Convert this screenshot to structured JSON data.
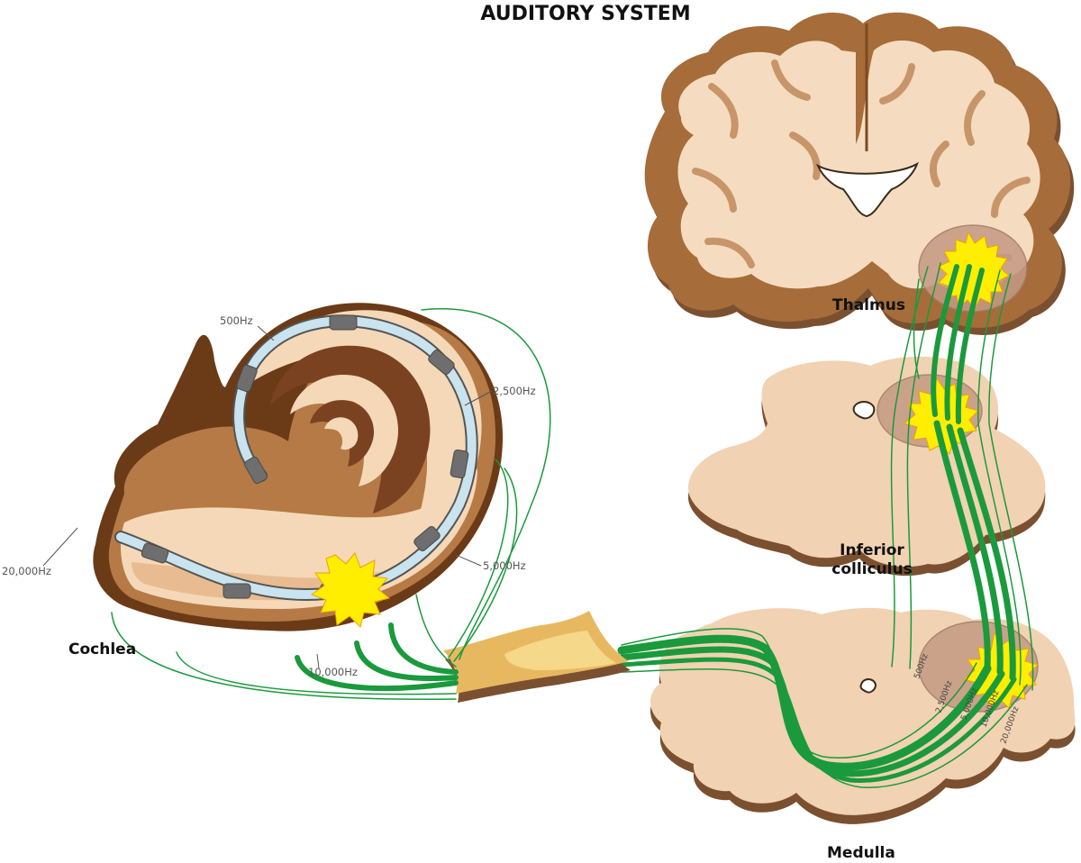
{
  "title": "AUDITORY SYSTEM",
  "structures": {
    "cochlea": "Cochlea",
    "thalamus": "Thalmus",
    "inferior_colliculus": "Inferior colliculus",
    "medulla": "Medulla"
  },
  "cochlea_frequencies": {
    "f500": "500Hz",
    "f2500": "2,500Hz",
    "f5000": "5,000Hz",
    "f10000": "10,000Hz",
    "f20000": "20,000Hz"
  },
  "medulla_frequencies": [
    "500Hz",
    "2,500Hz",
    "5,000Hz",
    "10,000Hz",
    "20,000Hz"
  ],
  "colors": {
    "nerve": "#1a9a3c",
    "tissue_light": "#f3d9bf",
    "tissue_dark": "#8a5a30",
    "cochlea_dark": "#6b3a17",
    "cochlea_mid": "#b57a45",
    "cochlea_light": "#f4d8b8",
    "basilar_membrane": "#c9e4ee",
    "activation": "#ffee00",
    "nerve_trunk": "#e8b860",
    "nucleus": "#c49a84"
  }
}
